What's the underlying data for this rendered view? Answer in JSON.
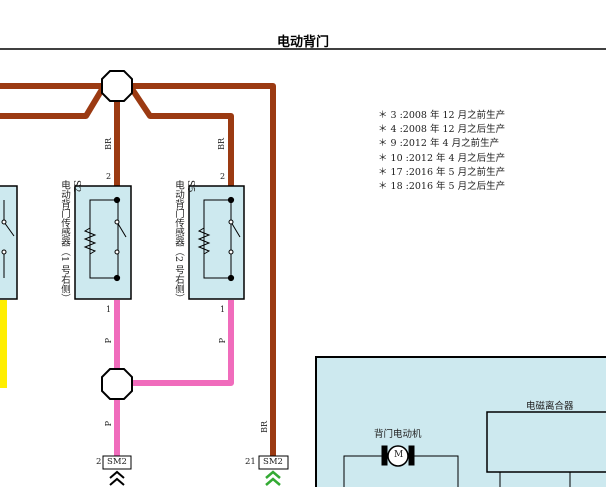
{
  "title": "电动背门",
  "notes": [
    "＊ 3 :2008 年 12 月之前生产",
    "＊ 4 :2008 年 12 月之后生产",
    "＊ 9 :2012 年 4 月之前生产",
    "＊ 10 :2012 年 4 月之后生产",
    "＊ 17 :2016 年 5 月之前生产",
    "＊ 18 :2016 年 5 月之后生产"
  ],
  "sensor_1": {
    "code": "S2",
    "name": "电动背门传感器（1 号右侧）",
    "pin_top": "2",
    "pin_bottom": "1"
  },
  "sensor_2": {
    "code": "S5",
    "name": "电动背门传感器（2 号右侧）",
    "pin_top": "2",
    "pin_bottom": "1"
  },
  "wires": {
    "br": "BR",
    "p": "P"
  },
  "connectors": {
    "left": {
      "pin": "2",
      "code": "SM2"
    },
    "right": {
      "pin": "21",
      "code": "SM2"
    }
  },
  "motor_label": "背门电动机",
  "motor_symbol": "M",
  "clutch_label": "电磁离合器",
  "colors": {
    "brown": "#9b3a12",
    "pink": "#f06cbc",
    "yellow": "#ffee00",
    "panel": "#cde9ef",
    "green": "#33aa33"
  }
}
